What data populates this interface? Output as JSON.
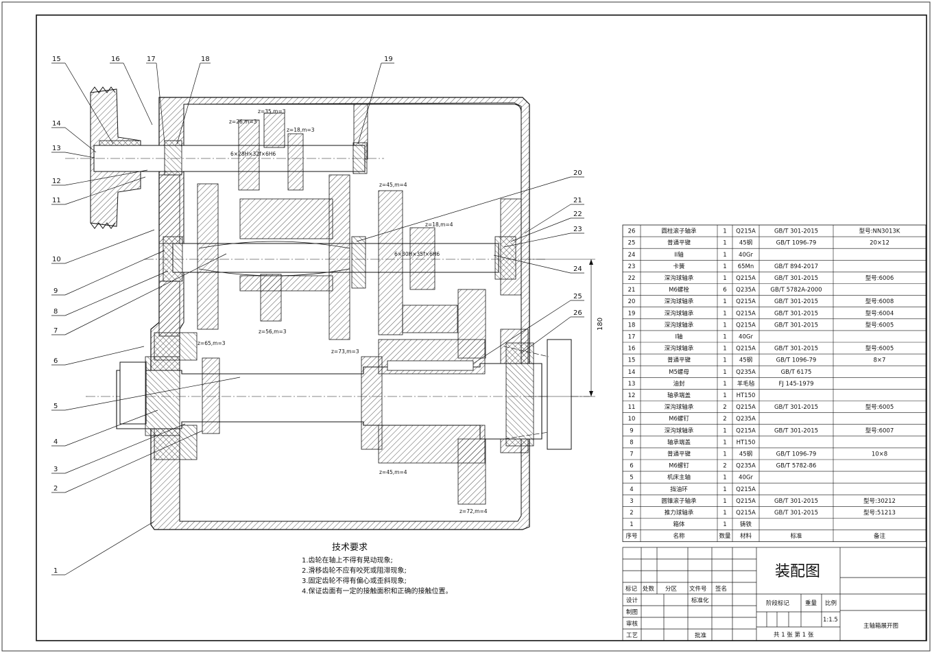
{
  "callouts": [
    "1",
    "2",
    "3",
    "4",
    "5",
    "6",
    "7",
    "8",
    "9",
    "10",
    "11",
    "12",
    "13",
    "14",
    "15",
    "16",
    "17",
    "18",
    "19",
    "20",
    "21",
    "22",
    "23",
    "24",
    "25",
    "26"
  ],
  "gear_labels": {
    "g1": "z=35,m=3",
    "g2": "z=26,m=3",
    "g3": "z=18,m=3",
    "g4": "z=45,m=4",
    "g5": "z=18,m=4",
    "g6": "z=56,m=3",
    "g7": "z=65,m=3",
    "g8": "z=73,m=3",
    "g9": "z=45,m=4",
    "g10": "z=72,m=4"
  },
  "spline_labels": {
    "s1": "6×28H×32f×6H6",
    "s2": "6×30H×35f×6H6"
  },
  "dimension_180": "180",
  "requirements": {
    "title": "技术要求",
    "lines": [
      "1.齿轮在轴上不得有晃动现象;",
      "2.滑移齿轮不应有咬死或阻滞现象;",
      "3.固定齿轮不得有偏心或歪斜现象;",
      "4.保证齿面有一定的接触面积和正确的接触位置。"
    ]
  },
  "bom": {
    "rows": [
      [
        "26",
        "圆柱滚子轴承",
        "1",
        "Q215A",
        "GB/T 301-2015",
        "型号:NN3013K"
      ],
      [
        "25",
        "普通平键",
        "1",
        "45钢",
        "GB/T 1096-79",
        "20×12"
      ],
      [
        "24",
        "II轴",
        "1",
        "40Gr",
        "",
        ""
      ],
      [
        "23",
        "卡簧",
        "1",
        "65Mn",
        "GB/T 894-2017",
        ""
      ],
      [
        "22",
        "深沟球轴承",
        "1",
        "Q215A",
        "GB/T 301-2015",
        "型号:6006"
      ],
      [
        "21",
        "M6螺栓",
        "6",
        "Q235A",
        "GB/T 5782A-2000",
        ""
      ],
      [
        "20",
        "深沟球轴承",
        "1",
        "Q215A",
        "GB/T 301-2015",
        "型号:6008"
      ],
      [
        "19",
        "深沟球轴承",
        "1",
        "Q215A",
        "GB/T 301-2015",
        "型号:6004"
      ],
      [
        "18",
        "深沟球轴承",
        "1",
        "Q215A",
        "GB/T 301-2015",
        "型号:6005"
      ],
      [
        "17",
        "I轴",
        "1",
        "40Gr",
        "",
        ""
      ],
      [
        "16",
        "深沟球轴承",
        "1",
        "Q215A",
        "GB/T 301-2015",
        "型号:6005"
      ],
      [
        "15",
        "普通平键",
        "1",
        "45钢",
        "GB/T 1096-79",
        "8×7"
      ],
      [
        "14",
        "M5螺母",
        "1",
        "Q235A",
        "GB/T 6175",
        ""
      ],
      [
        "13",
        "油封",
        "1",
        "羊毛毡",
        "FJ 145-1979",
        ""
      ],
      [
        "12",
        "轴承端盖",
        "1",
        "HT150",
        "",
        ""
      ],
      [
        "11",
        "深沟球轴承",
        "2",
        "Q215A",
        "GB/T 301-2015",
        "型号:6005"
      ],
      [
        "10",
        "M6螺钉",
        "2",
        "Q235A",
        "",
        ""
      ],
      [
        "9",
        "深沟球轴承",
        "1",
        "Q215A",
        "GB/T 301-2015",
        "型号:6007"
      ],
      [
        "8",
        "轴承端盖",
        "1",
        "HT150",
        "",
        ""
      ],
      [
        "7",
        "普通平键",
        "1",
        "45钢",
        "GB/T 1096-79",
        "10×8"
      ],
      [
        "6",
        "M6螺钉",
        "2",
        "Q235A",
        "GB/T 5782-86",
        ""
      ],
      [
        "5",
        "机床主轴",
        "1",
        "40Gr",
        "",
        ""
      ],
      [
        "4",
        "挡油环",
        "1",
        "Q215A",
        "",
        ""
      ],
      [
        "3",
        "圆锥滚子轴承",
        "1",
        "Q215A",
        "GB/T 301-2015",
        "型号:30212"
      ],
      [
        "2",
        "推力球轴承",
        "1",
        "Q215A",
        "GB/T 301-2015",
        "型号:51213"
      ],
      [
        "1",
        "箱体",
        "1",
        "铸铁",
        "",
        ""
      ]
    ],
    "header": [
      "序号",
      "名称",
      "数量",
      "材料",
      "标准",
      "备注"
    ]
  },
  "title_block": {
    "drawing_title": "装配图",
    "drawing_name": "主轴箱展开图",
    "scale": "1:1.5",
    "sheets": "共 1 张   第 1 张",
    "labels": {
      "marks": "标记",
      "count": "处数",
      "zone": "分区",
      "doc_no": "文件号",
      "sign": "签名",
      "design": "设计",
      "standardize": "标准化",
      "drafting": "制图",
      "review": "审核",
      "process": "工艺",
      "approve": "批准",
      "stage_mark": "阶段标记",
      "weight": "重量",
      "ratio": "比例"
    }
  }
}
